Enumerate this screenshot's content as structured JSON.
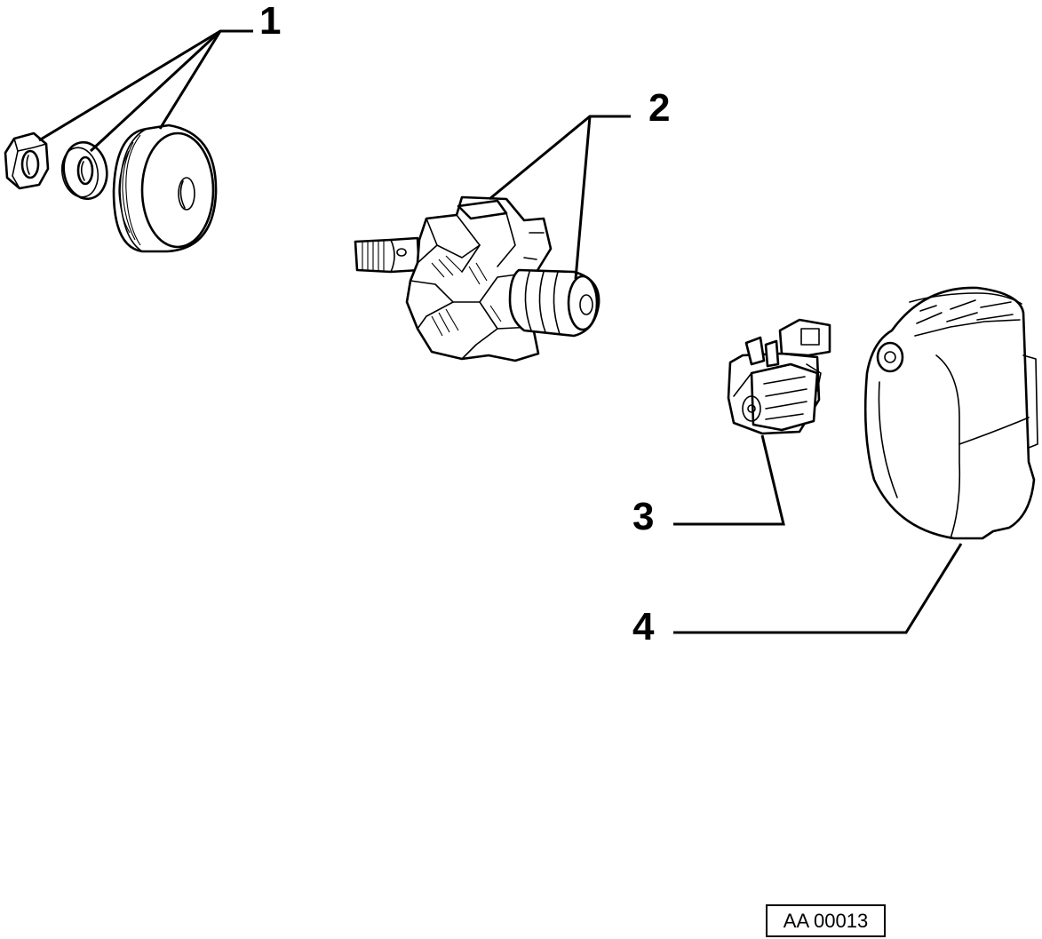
{
  "callouts": {
    "c1": "1",
    "c2": "2",
    "c3": "3",
    "c4": "4"
  },
  "reference_code": "AA 00013",
  "parts": [
    {
      "number": "1",
      "icon": "pulley-nut-washer-icon"
    },
    {
      "number": "2",
      "icon": "rotor-icon"
    },
    {
      "number": "3",
      "icon": "voltage-regulator-icon"
    },
    {
      "number": "4",
      "icon": "rear-cover-icon"
    }
  ],
  "colors": {
    "ink": "#000000",
    "paper": "#ffffff"
  }
}
